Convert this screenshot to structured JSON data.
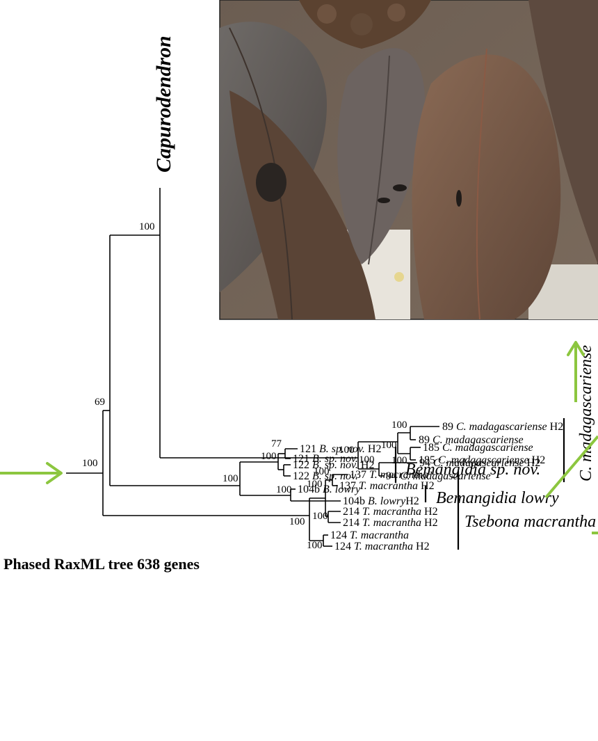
{
  "figure": {
    "caption": "Phased RaxML tree 638 genes",
    "genus_label": "Capurodendron",
    "photo_icon": "leaf-photo",
    "accent_color": "#8cc63f"
  },
  "clades": {
    "c_madagascariense": "C. madagascariense",
    "bemangidia_sp_nov": "Bemangidia sp. nov.",
    "bemangidia_lowry": "Bemangidia lowry",
    "tsebona_macrantha": "Tsebona macrantha"
  },
  "tips": [
    {
      "id": "89",
      "name": "C. madagascariense",
      "suffix": "H2"
    },
    {
      "id": "89",
      "name": "C. madagascariense",
      "suffix": ""
    },
    {
      "id": "185",
      "name": "C. madagascariense",
      "suffix": ""
    },
    {
      "id": "185",
      "name": "C. madagascariense",
      "suffix": "H2"
    },
    {
      "id": "94",
      "name": "C. madagascariense",
      "suffix": "H2"
    },
    {
      "id": "94",
      "name": "C. madagascariense",
      "suffix": ""
    },
    {
      "id": "121",
      "name": "B. sp. nov.",
      "suffix": "H2"
    },
    {
      "id": "121",
      "name": "B. sp. nov.",
      "suffix": ""
    },
    {
      "id": "122",
      "name": "B. sp. nov.",
      "suffix": "H2"
    },
    {
      "id": "122",
      "name": "B. sp. nov.",
      "suffix": ""
    },
    {
      "id": "104b",
      "name": "B. lowry",
      "suffix": ""
    },
    {
      "id": "104b",
      "name": "B. lowry",
      "suffix": "H2"
    },
    {
      "id": "137",
      "name": "T. macrantha",
      "suffix": ""
    },
    {
      "id": "137",
      "name": "T. macrantha",
      "suffix": "H2"
    },
    {
      "id": "214",
      "name": "T. macrantha",
      "suffix": "H2"
    },
    {
      "id": "214",
      "name": "T. macrantha",
      "suffix": "H2"
    },
    {
      "id": "124",
      "name": "T. macrantha",
      "suffix": ""
    },
    {
      "id": "124",
      "name": "T. macrantha",
      "suffix": "H2"
    }
  ],
  "support": {
    "root": "100",
    "ingroup": "69",
    "capurodendron": "100",
    "c_mad_clade": "100",
    "c_mad_sub1": "100",
    "c_mad_89": "100",
    "c_mad_185": "100",
    "c_mad_94": "100",
    "bemangidia": "100",
    "b_spnov": "100",
    "b_121": "77",
    "b_lowry": "100",
    "tsebona": "100",
    "t_sub": "100",
    "t_137": "100",
    "t_214": "100",
    "t_124": "100"
  }
}
